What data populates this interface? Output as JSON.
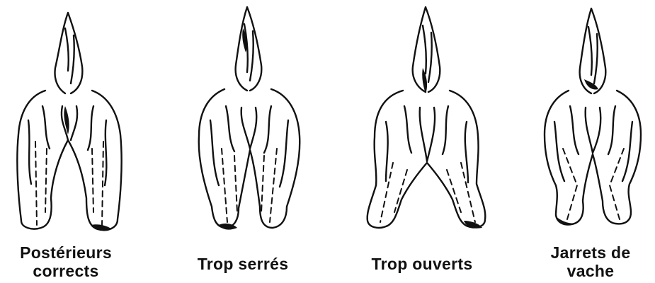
{
  "figures": [
    {
      "id": "correct",
      "caption_lines": [
        "Postérieurs",
        "corrects"
      ]
    },
    {
      "id": "narrow",
      "caption_lines": [
        "Trop serrés"
      ]
    },
    {
      "id": "wide",
      "caption_lines": [
        "Trop ouverts"
      ]
    },
    {
      "id": "cowhock",
      "caption_lines": [
        "Jarrets de",
        "vache"
      ]
    }
  ],
  "ink_color": "#111111"
}
